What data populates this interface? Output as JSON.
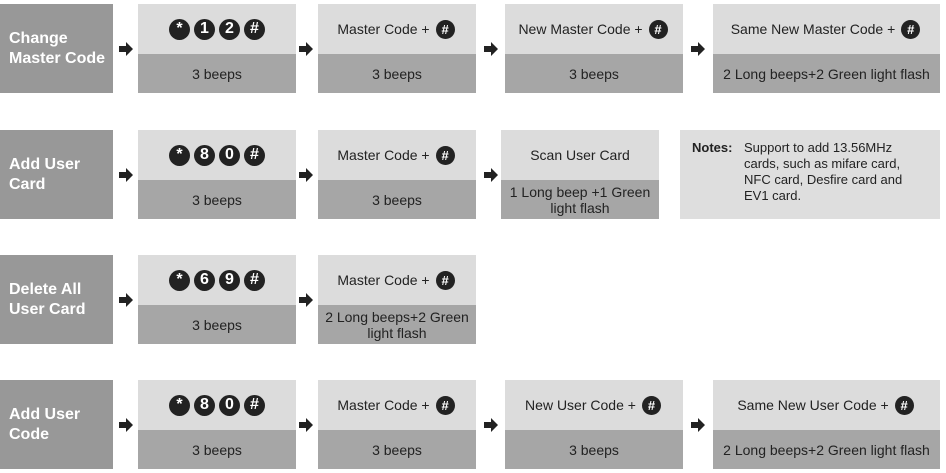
{
  "rows": [
    {
      "label": [
        "Change",
        "Master Code"
      ],
      "keys": [
        "*",
        "1",
        "2",
        "#"
      ],
      "keys_result": "3 beeps",
      "steps": [
        {
          "top": "Master Code +",
          "bottom": "3 beeps"
        },
        {
          "top": "New Master Code +",
          "bottom": "3 beeps"
        },
        {
          "top": "Same New Master Code +",
          "bottom": "2 Long beeps+2 Green light flash"
        }
      ]
    },
    {
      "label": [
        "Add User",
        "Card"
      ],
      "keys": [
        "*",
        "8",
        "0",
        "#"
      ],
      "keys_result": "3 beeps",
      "steps": [
        {
          "top": "Master Code +",
          "bottom": "3 beeps"
        },
        {
          "top": "Scan User Card",
          "bottom": "1 Long beep +1 Green light flash"
        }
      ]
    },
    {
      "label": [
        "Delete All",
        "User Card"
      ],
      "keys": [
        "*",
        "6",
        "9",
        "#"
      ],
      "keys_result": "3 beeps",
      "steps": [
        {
          "top": "Master Code +",
          "bottom": "2 Long beeps+2 Green light flash"
        }
      ]
    },
    {
      "label": [
        "Add User",
        "Code"
      ],
      "keys": [
        "*",
        "8",
        "0",
        "#"
      ],
      "keys_result": "3 beeps",
      "steps": [
        {
          "top": "Master Code +",
          "bottom": "3 beeps"
        },
        {
          "top": "New User Code +",
          "bottom": "3 beeps"
        },
        {
          "top": "Same New User Code +",
          "bottom": "2 Long beeps+2 Green light flash"
        }
      ]
    }
  ],
  "hash_key": "#",
  "notes": {
    "title": "Notes:",
    "lines": [
      "Support to add 13.56MHz",
      "cards, such as mifare card,",
      "NFC card, Desfire card and",
      "EV1 card."
    ]
  },
  "icons": {
    "arrow": "right-arrow-icon",
    "key": "keypad-key-icon"
  }
}
